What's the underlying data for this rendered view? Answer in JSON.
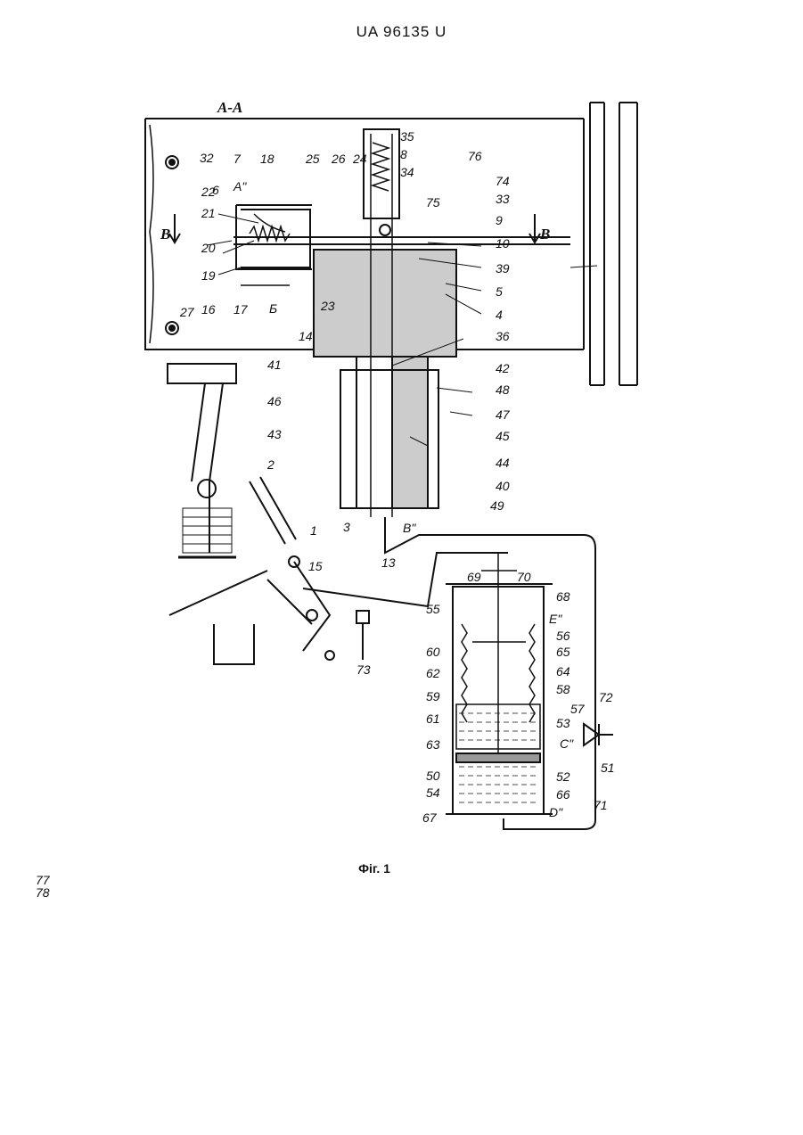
{
  "document": {
    "header": "UA   96135   U",
    "caption": "Фіг. 1"
  },
  "figure": {
    "section_labels": [
      "А-А",
      "В",
      "В"
    ],
    "zone_labels": [
      "А\"",
      "Б",
      "В\"",
      "Е\"",
      "С\"",
      "D\""
    ],
    "part_numbers": [
      "1",
      "2",
      "3",
      "4",
      "5",
      "6",
      "7",
      "8",
      "9",
      "10",
      "13",
      "14",
      "15",
      "16",
      "17",
      "18",
      "19",
      "20",
      "21",
      "22",
      "23",
      "24",
      "25",
      "26",
      "27",
      "32",
      "33",
      "34",
      "35",
      "36",
      "39",
      "40",
      "41",
      "42",
      "43",
      "44",
      "45",
      "46",
      "47",
      "48",
      "49",
      "50",
      "51",
      "52",
      "53",
      "54",
      "55",
      "56",
      "57",
      "58",
      "59",
      "60",
      "61",
      "62",
      "63",
      "64",
      "65",
      "66",
      "67",
      "68",
      "69",
      "70",
      "71",
      "72",
      "73",
      "74",
      "75",
      "76",
      "77",
      "78"
    ]
  }
}
